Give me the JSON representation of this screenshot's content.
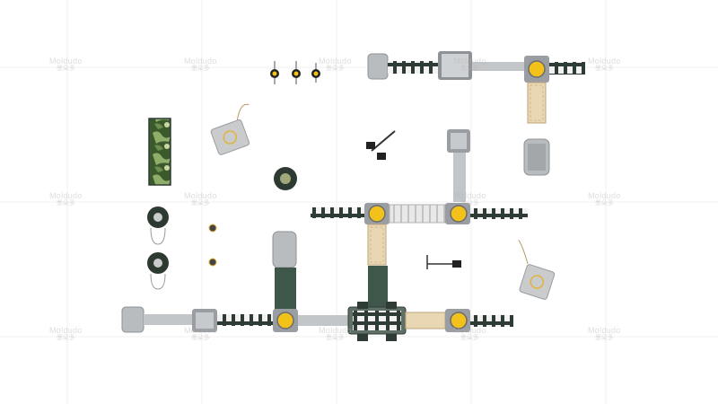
{
  "scene": {
    "description_free": true,
    "colors": {
      "background": "#ffffff",
      "deck_gray": "#b9bcbf",
      "deck_dark": "#8e9296",
      "panel_green": "#3f564a",
      "rung_dark": "#2f3c36",
      "rung_light": "#f2f2f2",
      "yellow_roof": "#f3c21a",
      "camo_dark": "#3b5a2c",
      "camo_light": "#8fae6a",
      "sign_gray": "#c9cbcd"
    },
    "icons": [
      "playground-bridge",
      "climbing-ladder",
      "slide-tube",
      "camo-net-panel",
      "spring-rider",
      "tire-swing",
      "info-sign",
      "pull-up-bar",
      "rotating-seat"
    ]
  },
  "watermark": {
    "brand": "Moldudo",
    "cn": "墨朵多"
  }
}
